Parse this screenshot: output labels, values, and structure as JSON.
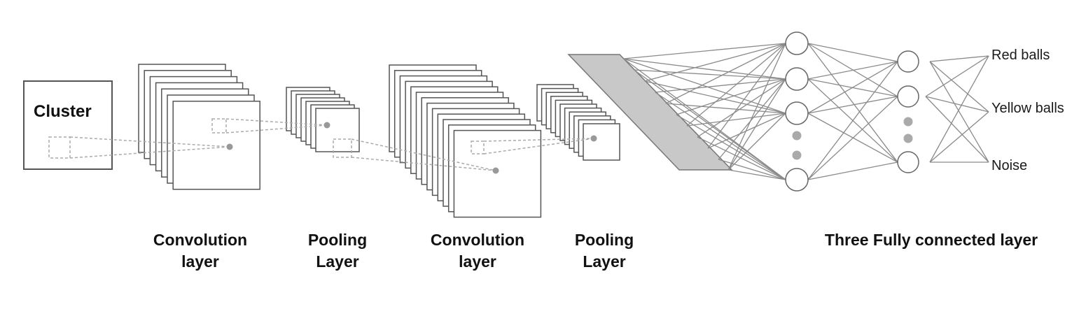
{
  "input_label": "Cluster",
  "stages": [
    {
      "line1": "Convolution",
      "line2": "layer"
    },
    {
      "line1": "Pooling",
      "line2": "Layer"
    },
    {
      "line1": "Convolution",
      "line2": "layer"
    },
    {
      "line1": "Pooling",
      "line2": "Layer"
    }
  ],
  "fc_label": "Three Fully connected layer",
  "outputs": [
    "Red balls",
    "Yellow balls",
    "Noise"
  ],
  "colors": {
    "outline": "#555555",
    "dot": "#999999",
    "dashed": "#aaaaaa",
    "flatten": "#c8c8c8",
    "edge": "#8a8a8a"
  }
}
